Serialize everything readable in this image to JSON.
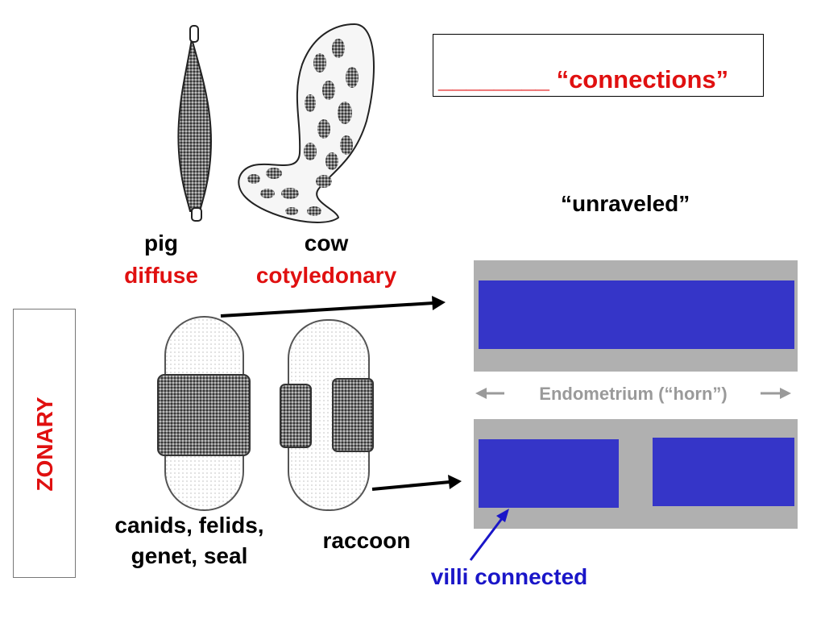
{
  "colors": {
    "red": "#e01010",
    "blue": "#3535c8",
    "gray_bar": "#b0b0b0",
    "label_blue": "#1a16c8",
    "label_gray": "#9a9a9a"
  },
  "top_box": {
    "blank": "________",
    "text": "“connections”"
  },
  "unraveled_label": "“unraveled”",
  "specimens": {
    "pig": {
      "name": "pig",
      "type": "diffuse"
    },
    "cow": {
      "name": "cow",
      "type": "cotyledonary"
    },
    "canids": {
      "line1": "canids, felids,",
      "line2": "genet, seal"
    },
    "raccoon": {
      "name": "raccoon"
    }
  },
  "zonary_label": "ZONARY",
  "endometrium_label": "Endometrium (“horn”)",
  "villi_label": "villi connected",
  "icons": [
    "pig-placenta-icon",
    "cow-placenta-icon",
    "canid-placenta-icon",
    "raccoon-placenta-icon",
    "arrow-left-icon",
    "arrow-right-icon"
  ]
}
